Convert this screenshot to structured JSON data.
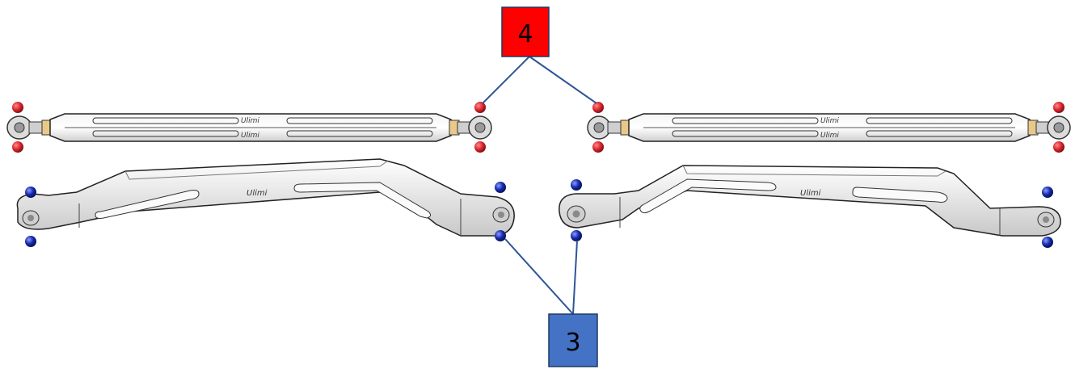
{
  "callouts": [
    {
      "id": "tie-rod-end",
      "number": "4",
      "color": "#ff0000",
      "border": "#1f3864"
    },
    {
      "id": "radius-rod-end",
      "number": "3",
      "color": "#4472c4",
      "border": "#1f3864"
    }
  ],
  "leader_line_color": "#2f5597",
  "parts": [
    {
      "id": "tie-rod-left",
      "hardware_color": "#d8262e",
      "logo_text": "Ulimi"
    },
    {
      "id": "tie-rod-right",
      "hardware_color": "#d8262e",
      "logo_text": "Ulimi"
    },
    {
      "id": "radius-rod-left",
      "hardware_color": "#1428a8",
      "logo_text": "Ulimi"
    },
    {
      "id": "radius-rod-right",
      "hardware_color": "#1428a8",
      "logo_text": "Ulimi"
    }
  ],
  "part_color": "#e8e8e8",
  "part_outline": "#222222"
}
